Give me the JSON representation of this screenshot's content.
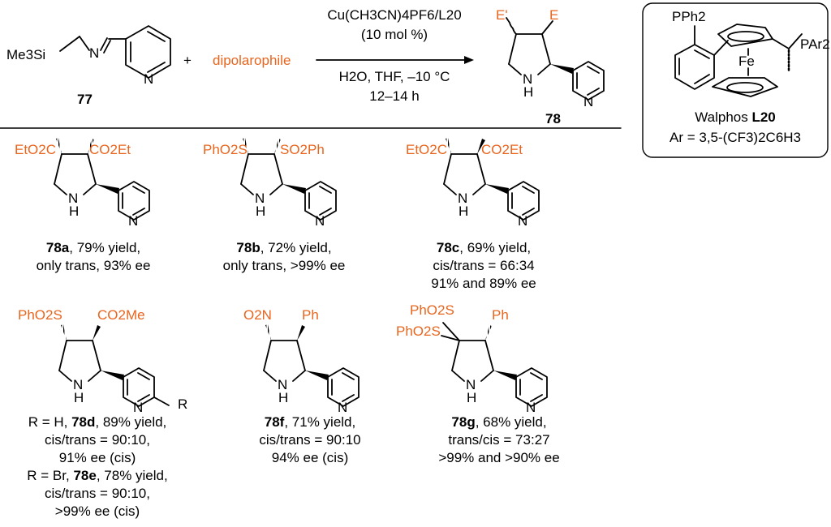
{
  "colors": {
    "accent": "#e8651e",
    "ink": "#000000"
  },
  "reagent": {
    "atom_si": "Me3Si",
    "atom_n": "N",
    "atom_py_n": "N",
    "number": "77"
  },
  "plus": "+",
  "dipolarophile": "dipolarophile",
  "conditions": {
    "catalyst": "Cu(CH3CN)4PF6/L20",
    "loading": "(10 mol %)",
    "solvent": "H2O, THF, –10 °C",
    "time": "12–14 h"
  },
  "product": {
    "e_prime": "E'",
    "e": "E",
    "nh_n": "N",
    "nh_h": "H",
    "py_n": "N",
    "number": "78"
  },
  "ligand": {
    "pph2": "PPh2",
    "fe": "Fe",
    "par2": "PAr2",
    "name": "Walphos",
    "code": "L20",
    "ar_def": "Ar = 3,5-(CF3)2C6H3"
  },
  "products": [
    {
      "sub_left": "EtO2C",
      "sub_right": "CO2Et",
      "code": "78a",
      "lines": [
        "79% yield,",
        "only trans, 93% ee"
      ]
    },
    {
      "sub_left": "PhO2S",
      "sub_right": "SO2Ph",
      "code": "78b",
      "lines": [
        "72% yield,",
        "only trans, >99% ee"
      ]
    },
    {
      "sub_left": "EtO2C",
      "sub_right": "CO2Et",
      "code": "78c",
      "lines": [
        "69% yield,",
        "cis/trans = 66:34",
        "91% and 89% ee"
      ]
    },
    {
      "sub_left": "PhO2S",
      "sub_right": "CO2Me",
      "r_label": "R",
      "rows": [
        {
          "prefix": "R = H,",
          "code": "78d",
          "lines": [
            "89% yield,",
            "cis/trans = 90:10,",
            "91% ee (cis)"
          ]
        },
        {
          "prefix": "R = Br,",
          "code": "78e",
          "lines": [
            "78% yield,",
            "cis/trans = 90:10,",
            ">99% ee (cis)"
          ]
        }
      ]
    },
    {
      "sub_left": "O2N",
      "sub_right": "Ph",
      "code": "78f",
      "lines": [
        "71% yield,",
        "cis/trans = 90:10",
        "94% ee (cis)"
      ]
    },
    {
      "sub_left_top": "PhO2S",
      "sub_left_bottom": "PhO2S",
      "sub_right": "Ph",
      "code": "78g",
      "lines": [
        "68% yield,",
        "trans/cis = 73:27",
        ">99% and >90% ee"
      ]
    }
  ],
  "atoms": {
    "n": "N",
    "h": "H"
  }
}
